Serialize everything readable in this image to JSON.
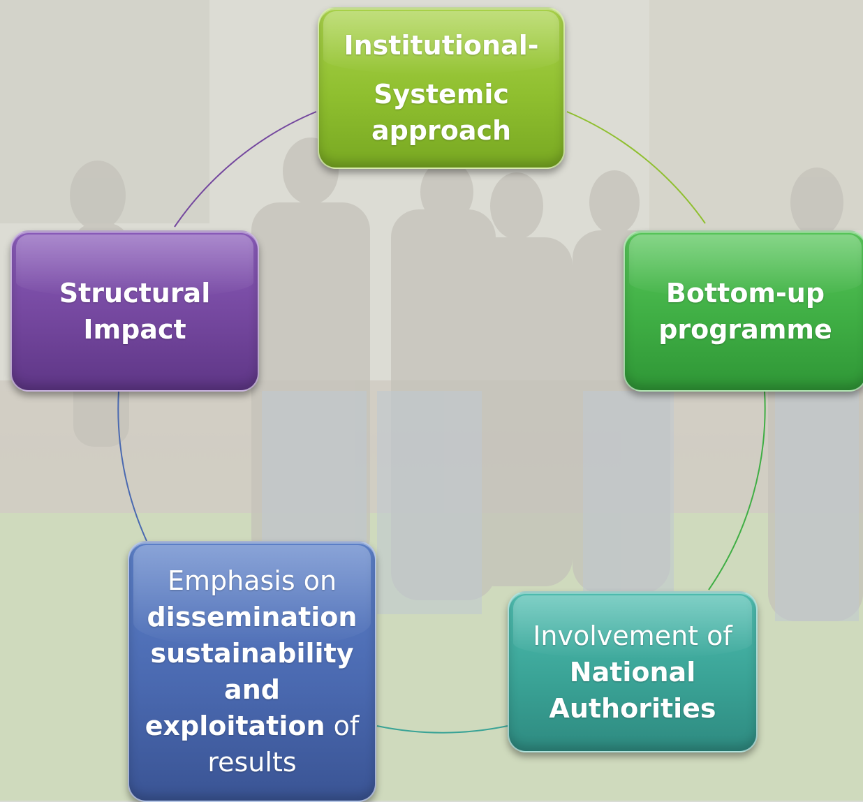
{
  "nodes": {
    "top": {
      "line1": "Institutional-",
      "line2": "Systemic",
      "line3": "approach",
      "color": "#8fbf2f"
    },
    "right": {
      "line1": "Bottom-up",
      "line2": "programme",
      "color": "#3fae44"
    },
    "left": {
      "line1": "Structural",
      "line2": "Impact",
      "color": "#74479e"
    },
    "bottom_left": {
      "t1": "Emphasis on",
      "t2": "dissemination",
      "t3": "sustainability",
      "t4": "and",
      "t5": "exploitation",
      "t6": " of",
      "t7": "results",
      "color": "#4a69b0"
    },
    "bottom_right": {
      "t1": "Involvement of",
      "t2": "National",
      "t3": "Authorities",
      "color": "#3aa396"
    }
  }
}
